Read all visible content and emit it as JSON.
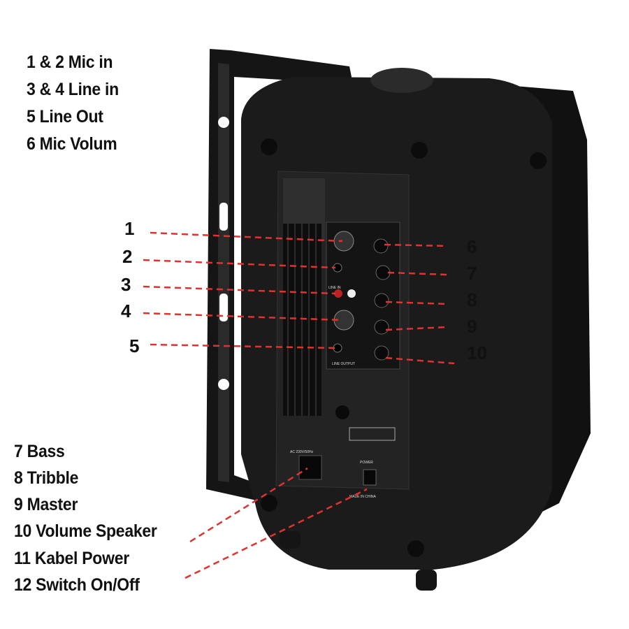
{
  "legend_top": [
    "1 & 2 Mic in",
    "3 & 4 Line in",
    "5 Line Out",
    "6 Mic Volum"
  ],
  "legend_bottom": [
    "7 Bass",
    "8 Tribble",
    "9 Master",
    "10 Volume Speaker",
    "11 Kabel Power",
    "12 Switch On/Off"
  ],
  "callouts_left": [
    "1",
    "2",
    "3",
    "4",
    "5"
  ],
  "callouts_right": [
    "6",
    "7",
    "8",
    "9",
    "10"
  ],
  "panel_text": {
    "ac": "AC 230V/50Hz",
    "power": "POWER",
    "made": "MADE IN CHINA",
    "line_in": "LINE IN",
    "line_output": "LINE OUTPUT"
  },
  "colors": {
    "callout_line": "#e0332e",
    "speaker": "#1b1b1b"
  }
}
